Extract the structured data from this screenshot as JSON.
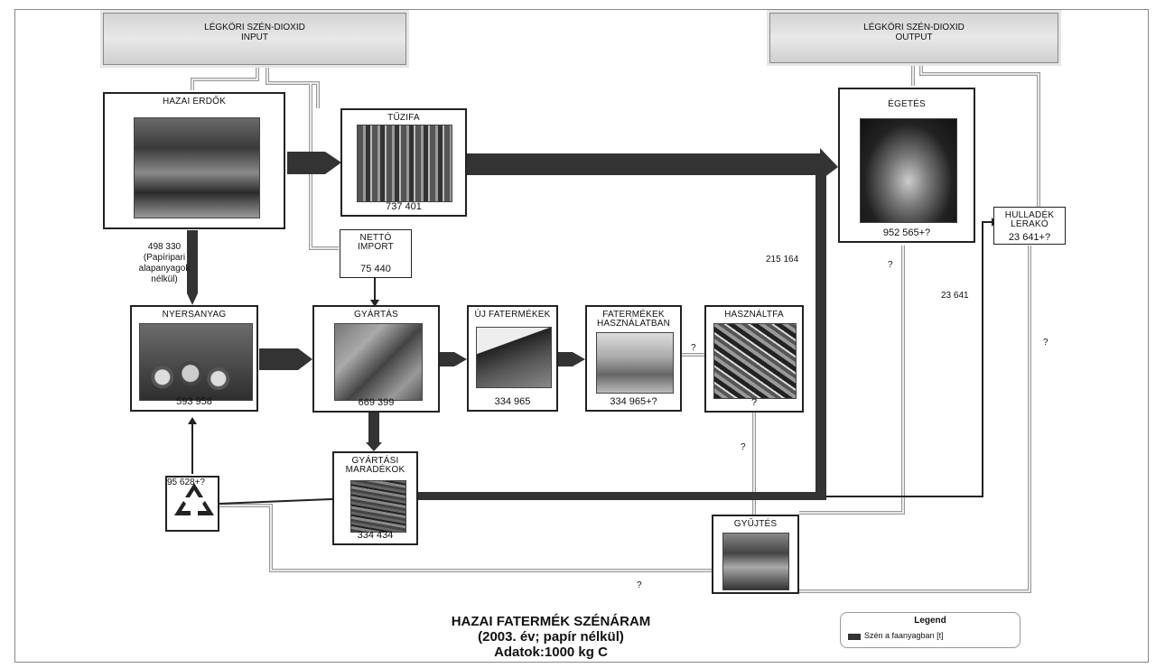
{
  "clouds": {
    "input": "LÉGKÖRI SZÉN-DIOXID\nINPUT",
    "output": "LÉGKÖRI SZÉN-DIOXID\nOUTPUT"
  },
  "nodes": {
    "forests": {
      "label": "HAZAI ERDŐK",
      "value": ""
    },
    "firewood": {
      "label": "TŰZIFA",
      "value": "737 401"
    },
    "net_import": {
      "label": "NETTÓ\nIMPORT",
      "value": "75 440"
    },
    "raw_material": {
      "label": "NYERSANYAG",
      "value": "593 958"
    },
    "manufacturing": {
      "label": "GYÁRTÁS",
      "value": "669 399"
    },
    "new_products": {
      "label": "ÚJ FATERMÉKEK",
      "value": "334 965"
    },
    "products_in_use": {
      "label": "FATERMÉKEK\nHASZNÁLATBAN",
      "value": "334 965+?"
    },
    "used_wood": {
      "label": "HASZNÁLTFA",
      "value": "?"
    },
    "residues": {
      "label": "GYÁRTÁSI\nMARADÉKOK",
      "value": "334 434"
    },
    "burning": {
      "label": "ÉGETÉS",
      "value": "952 565+?"
    },
    "landfill": {
      "label": "HULLADÉK\nLERAKÓ",
      "value": "23 641+?"
    },
    "collection": {
      "label": "GYŰJTÉS",
      "value": ""
    },
    "recycling": {
      "label": "",
      "value": "95 628+?"
    }
  },
  "flow_labels": {
    "forest_to_raw": "498 330\n(Papíripari\nalapanyagok\nnélkül)",
    "to_burning": "215 164",
    "to_landfill": "23 641",
    "q_use": "?",
    "q_collect": "?",
    "q_burn": "?",
    "q_landfill": "?",
    "q_bottom": "?"
  },
  "title": {
    "line1": "HAZAI FATERMÉK  SZÉNÁRAM",
    "line2": "(2003. év; papír nélkül)",
    "line3": "Adatok:1000 kg C"
  },
  "legend": {
    "title": "Legend",
    "item": "Szén a faanyagban [t]",
    "swatch_color": "#333333"
  },
  "icons": [
    "recycle-icon"
  ]
}
